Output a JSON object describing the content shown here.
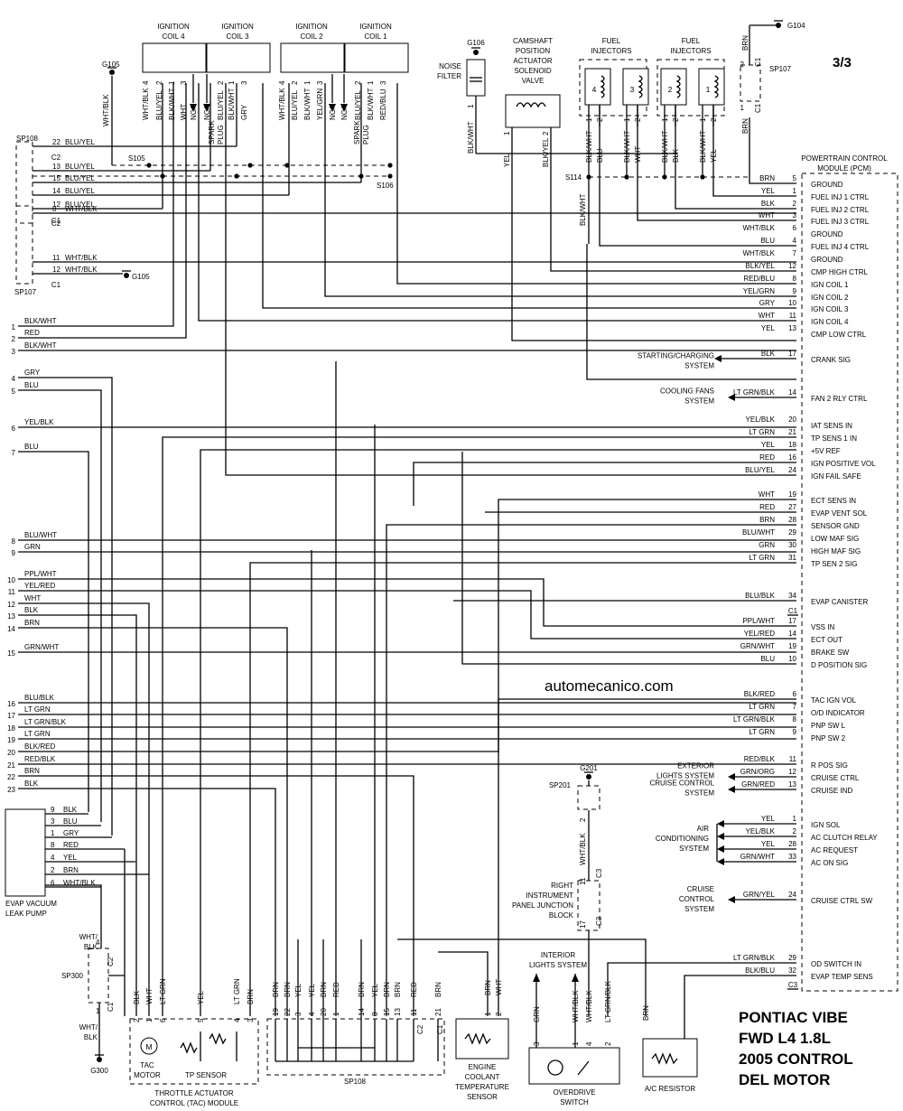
{
  "page_number": "3/3",
  "watermark": "automecanico.com",
  "footer_lines": [
    "PONTIAC VIBE",
    "FWD L4 1.8L",
    "2005 CONTROL",
    "DEL  MOTOR"
  ],
  "pcm": {
    "title": [
      "POWERTRAIN CONTROL",
      "MODULE (PCM)"
    ],
    "pins": [
      {
        "wire": "BRN",
        "num": "5",
        "name": "GROUND"
      },
      {
        "wire": "YEL",
        "num": "1",
        "name": "FUEL INJ 1 CTRL"
      },
      {
        "wire": "BLK",
        "num": "2",
        "name": "FUEL INJ 2 CTRL"
      },
      {
        "wire": "WHT",
        "num": "3",
        "name": "FUEL INJ 3 CTRL"
      },
      {
        "wire": "WHT/BLK",
        "num": "6",
        "name": "GROUND"
      },
      {
        "wire": "BLU",
        "num": "4",
        "name": "FUEL INJ 4 CTRL"
      },
      {
        "wire": "WHT/BLK",
        "num": "7",
        "name": "GROUND"
      },
      {
        "wire": "BLK/YEL",
        "num": "12",
        "name": "CMP HIGH CTRL"
      },
      {
        "wire": "RED/BLU",
        "num": "8",
        "name": "IGN COIL 1"
      },
      {
        "wire": "YEL/GRN",
        "num": "9",
        "name": "IGN COIL 2"
      },
      {
        "wire": "GRY",
        "num": "10",
        "name": "IGN COIL 3"
      },
      {
        "wire": "WHT",
        "num": "11",
        "name": "IGN COIL 4"
      },
      {
        "wire": "YEL",
        "num": "13",
        "name": "CMP LOW CTRL"
      },
      {
        "wire": "BLK",
        "num": "17",
        "name": "CRANK SIG"
      },
      {
        "wire": "LT GRN/BLK",
        "num": "14",
        "name": "FAN 2 RLY CTRL"
      },
      {
        "wire": "YEL/BLK",
        "num": "20",
        "name": "IAT SENS IN"
      },
      {
        "wire": "LT GRN",
        "num": "21",
        "name": "TP SENS 1 IN"
      },
      {
        "wire": "YEL",
        "num": "18",
        "name": "+5V REF"
      },
      {
        "wire": "RED",
        "num": "16",
        "name": "IGN POSITIVE VOL"
      },
      {
        "wire": "BLU/YEL",
        "num": "24",
        "name": "IGN FAIL SAFE"
      },
      {
        "wire": "WHT",
        "num": "19",
        "name": "ECT SENS IN"
      },
      {
        "wire": "RED",
        "num": "27",
        "name": "EVAP VENT SOL"
      },
      {
        "wire": "BRN",
        "num": "28",
        "name": "SENSOR GND"
      },
      {
        "wire": "BLU/WHT",
        "num": "29",
        "name": "LOW MAF SIG"
      },
      {
        "wire": "GRN",
        "num": "30",
        "name": "HIGH MAF SIG"
      },
      {
        "wire": "LT GRN",
        "num": "31",
        "name": "TP SEN 2 SIG"
      },
      {
        "wire": "BLU/BLK",
        "num": "34",
        "name": "EVAP CANISTER"
      },
      {
        "wire": "PPL/WHT",
        "num": "17",
        "name": "VSS IN"
      },
      {
        "wire": "YEL/RED",
        "num": "14",
        "name": "ECT OUT"
      },
      {
        "wire": "GRN/WHT",
        "num": "19",
        "name": "BRAKE SW"
      },
      {
        "wire": "BLU",
        "num": "10",
        "name": "D POSITION SIG"
      },
      {
        "wire": "BLK/RED",
        "num": "6",
        "name": "TAC IGN VOL"
      },
      {
        "wire": "LT GRN",
        "num": "7",
        "name": "O/D INDICATOR"
      },
      {
        "wire": "LT GRN/BLK",
        "num": "8",
        "name": "PNP SW L"
      },
      {
        "wire": "LT GRN",
        "num": "9",
        "name": "PNP SW 2"
      },
      {
        "wire": "RED/BLK",
        "num": "11",
        "name": "R POS SIG"
      },
      {
        "wire": "GRN/ORG",
        "num": "12",
        "name": "CRUISE CTRL"
      },
      {
        "wire": "GRN/RED",
        "num": "13",
        "name": "CRUISE IND"
      },
      {
        "wire": "YEL",
        "num": "1",
        "name": "IGN SOL"
      },
      {
        "wire": "YEL/BLK",
        "num": "2",
        "name": "AC CLUTCH RELAY"
      },
      {
        "wire": "YEL",
        "num": "28",
        "name": "AC REQUEST"
      },
      {
        "wire": "GRN/WHT",
        "num": "33",
        "name": "AC ON SIG"
      },
      {
        "wire": "GRN/YEL",
        "num": "24",
        "name": "CRUISE CTRL SW"
      },
      {
        "wire": "LT GRN/BLK",
        "num": "29",
        "name": "OD SWITCH IN"
      },
      {
        "wire": "BLK/BLU",
        "num": "32",
        "name": "EVAP TEMP SENS"
      }
    ],
    "connector_labels": [
      "C1",
      "C1",
      "C3"
    ]
  },
  "left_wires": [
    {
      "num": "1",
      "wire": "BLK/WHT"
    },
    {
      "num": "2",
      "wire": "RED"
    },
    {
      "num": "3",
      "wire": "BLK/WHT"
    },
    {
      "num": "4",
      "wire": "GRY"
    },
    {
      "num": "5",
      "wire": "BLU"
    },
    {
      "num": "6",
      "wire": "YEL/BLK"
    },
    {
      "num": "7",
      "wire": "BLU"
    },
    {
      "num": "8",
      "wire": "BLU/WHT"
    },
    {
      "num": "9",
      "wire": "GRN"
    },
    {
      "num": "10",
      "wire": "PPL/WHT"
    },
    {
      "num": "11",
      "wire": "YEL/RED"
    },
    {
      "num": "12",
      "wire": "WHT"
    },
    {
      "num": "13",
      "wire": "BLK"
    },
    {
      "num": "14",
      "wire": "BRN"
    },
    {
      "num": "15",
      "wire": "GRN/WHT"
    },
    {
      "num": "16",
      "wire": "BLU/BLK"
    },
    {
      "num": "17",
      "wire": "LT GRN"
    },
    {
      "num": "18",
      "wire": "LT GRN/BLK"
    },
    {
      "num": "19",
      "wire": "LT GRN"
    },
    {
      "num": "20",
      "wire": "BLK/RED"
    },
    {
      "num": "21",
      "wire": "RED/BLK"
    },
    {
      "num": "22",
      "wire": "BRN"
    },
    {
      "num": "23",
      "wire": "BLK"
    }
  ],
  "splice_sp108": {
    "label": "SP108",
    "rows": [
      {
        "num": "22",
        "wire": "BLU/YEL"
      },
      {
        "num": "13",
        "wire": "BLU/YEL"
      },
      {
        "num": "15",
        "wire": "BLU/YEL"
      },
      {
        "num": "14",
        "wire": "BLU/YEL"
      },
      {
        "num": "12",
        "wire": "BLU/YEL"
      }
    ],
    "connectors": [
      "C2",
      "C1"
    ]
  },
  "splice_sp107": {
    "label": "SP107",
    "rows": [
      {
        "num": "8",
        "wire": "WHT/BLK"
      },
      {
        "num": "11",
        "wire": "WHT/BLK"
      },
      {
        "num": "12",
        "wire": "WHT/BLK"
      }
    ],
    "connectors": [
      "C2",
      "C1"
    ]
  },
  "grounds": {
    "g105_left": "G105",
    "g105_right": "G105",
    "g106": "G106",
    "g104": "G104",
    "g201": "G201",
    "g300": "G300"
  },
  "splices": {
    "s105": "S105",
    "s106": "S106",
    "s114": "S114"
  },
  "coils": [
    {
      "name": [
        "IGNITION",
        "COIL 4"
      ],
      "pins": [
        {
          "n": "4",
          "w": "WHT/BLK"
        },
        {
          "n": "2",
          "w": "BLU/YEL"
        },
        {
          "n": "1",
          "w": "BLK/WHT"
        },
        {
          "n": "3",
          "w": "WHT"
        }
      ]
    },
    {
      "name": [
        "IGNITION",
        "COIL 3"
      ],
      "pins": [
        {
          "n": "",
          "w": "NCA"
        },
        {
          "n": "",
          "w": "NCA"
        },
        {
          "n": "2",
          "w": "BLU/YEL"
        },
        {
          "n": "1",
          "w": "BLK/WHT"
        },
        {
          "n": "3",
          "w": "GRY"
        }
      ]
    },
    {
      "name": [
        "IGNITION",
        "COIL 2"
      ],
      "pins": [
        {
          "n": "4",
          "w": "WHT/BLK"
        },
        {
          "n": "2",
          "w": "BLU/YEL"
        },
        {
          "n": "1",
          "w": "BLK/WHT"
        },
        {
          "n": "3",
          "w": "YEL/GRN"
        }
      ]
    },
    {
      "name": [
        "IGNITION",
        "COIL 1"
      ],
      "pins": [
        {
          "n": "",
          "w": "NCA"
        },
        {
          "n": "",
          "w": "NCA"
        },
        {
          "n": "2",
          "w": "BLU/YEL"
        },
        {
          "n": "1",
          "w": "BLK/WHT"
        },
        {
          "n": "3",
          "w": "RED/BLU"
        }
      ]
    }
  ],
  "spark_plug": [
    "SPARK",
    "PLUG"
  ],
  "left_wht_blk": "WHT/BLK",
  "noise_filter": {
    "label": [
      "NOISE",
      "FILTER"
    ],
    "pin": "1",
    "wire": "BLK/WHT"
  },
  "camshaft": {
    "label": [
      "CAMSHAFT",
      "POSITION",
      "ACTUATOR",
      "SOLENOID",
      "VALVE"
    ],
    "pins": [
      {
        "n": "1",
        "w": "YEL"
      },
      {
        "n": "2",
        "w": "BLK/YEL"
      }
    ]
  },
  "injector_groups": [
    {
      "label": [
        "FUEL",
        "INJECTORS"
      ]
    },
    {
      "label": [
        "FUEL",
        "INJECTORS"
      ]
    }
  ],
  "injectors": [
    {
      "num": "4",
      "pins": [
        {
          "n": "1",
          "w": "BLK/WHT"
        },
        {
          "n": "2",
          "w": "BLU"
        }
      ]
    },
    {
      "num": "3",
      "pins": [
        {
          "n": "1",
          "w": "BLK/WHT"
        },
        {
          "n": "2",
          "w": "WHT"
        }
      ]
    },
    {
      "num": "2",
      "pins": [
        {
          "n": "1",
          "w": "BLK/WHT"
        },
        {
          "n": "2",
          "w": "BLK"
        }
      ]
    },
    {
      "num": "1",
      "pins": [
        {
          "n": "1",
          "w": "BLK/WHT"
        },
        {
          "n": "2",
          "w": "YEL"
        }
      ]
    }
  ],
  "inj_feed_wire": "BLK/WHT",
  "sp107_top": {
    "label": "SP107",
    "conn": [
      "C1",
      "C1"
    ],
    "pins": [
      "2",
      "1"
    ],
    "wires": [
      "BRN",
      "BRN"
    ]
  },
  "right_systems": [
    {
      "lines": [
        "STARTING/CHARGING",
        "SYSTEM"
      ]
    },
    {
      "lines": [
        "COOLING FANS",
        "SYSTEM"
      ]
    },
    {
      "lines": [
        "EXTERIOR",
        "LIGHTS SYSTEM"
      ]
    },
    {
      "lines": [
        "CRUISE CONTROL",
        "SYSTEM"
      ]
    },
    {
      "lines": [
        "AIR",
        "CONDITIONING",
        "SYSTEM"
      ]
    },
    {
      "lines": [
        "CRUISE",
        "CONTROL",
        "SYSTEM"
      ]
    },
    {
      "lines": [
        "INTERIOR",
        "LIGHTS SYSTEM"
      ]
    }
  ],
  "sp201": {
    "label": "SP201",
    "pin": "2",
    "wire": "WHT/BLK"
  },
  "junction_block": {
    "label": [
      "RIGHT",
      "INSTRUMENT",
      "PANEL JUNCTION",
      "BLOCK"
    ],
    "pins": [
      "11",
      "17"
    ],
    "conn": [
      "C3",
      "C3"
    ]
  },
  "evap_pump": {
    "label": [
      "EVAP VACUUM",
      "LEAK PUMP"
    ],
    "pins": [
      {
        "n": "9",
        "w": "BLK"
      },
      {
        "n": "3",
        "w": "BLU"
      },
      {
        "n": "1",
        "w": "GRY"
      },
      {
        "n": "8",
        "w": "RED"
      },
      {
        "n": "4",
        "w": "YEL"
      },
      {
        "n": "2",
        "w": "BRN"
      },
      {
        "n": "6",
        "w": "WHT/BLK"
      }
    ]
  },
  "sp300": {
    "label": "SP300",
    "pins": [
      "4",
      "1"
    ],
    "conn": [
      "C2",
      "C1"
    ],
    "wires": [
      "WHT/",
      "BLK",
      "WHT/",
      "BLK"
    ]
  },
  "tac": {
    "label": [
      "THROTTLE ACTUATOR",
      "CONTROL (TAC) MODULE"
    ],
    "motor": [
      "TAC",
      "MOTOR"
    ],
    "sensor": "TP SENSOR",
    "motor_glyph": "M",
    "pins": [
      {
        "n": "2",
        "w": "BLK"
      },
      {
        "n": "1",
        "w": "WHT"
      },
      {
        "n": "6",
        "w": "LT GRN"
      },
      {
        "n": "5",
        "w": "YEL"
      },
      {
        "n": "4",
        "w": "LT GRN"
      },
      {
        "n": "3",
        "w": "BRN"
      }
    ]
  },
  "sp108_bottom": {
    "label": "SP108",
    "pins": [
      {
        "n": "19",
        "w": "BRN"
      },
      {
        "n": "22",
        "w": "BRN"
      },
      {
        "n": "3",
        "w": "YEL"
      },
      {
        "n": "4",
        "w": "YEL"
      },
      {
        "n": "20",
        "w": "BRN"
      },
      {
        "n": "1",
        "w": "RED"
      },
      {
        "n": "14",
        "w": "BRN"
      },
      {
        "n": "8",
        "w": "YEL"
      },
      {
        "n": "15",
        "w": "BRN"
      },
      {
        "n": "13",
        "w": "BRN"
      },
      {
        "n": "11",
        "w": "RED"
      },
      {
        "n": "21",
        "w": "BRN"
      }
    ],
    "conn": [
      "C2",
      "C1"
    ]
  },
  "ect": {
    "label": [
      "ENGINE",
      "COOLANT",
      "TEMPERATURE",
      "SENSOR"
    ],
    "pins": [
      {
        "n": "1",
        "w": "BRN"
      },
      {
        "n": "2",
        "w": "WHT"
      }
    ]
  },
  "od_switch": {
    "label": [
      "OVERDRIVE",
      "SWITCH"
    ],
    "pins": [
      {
        "n": "3",
        "w": "GRN"
      },
      {
        "n": "1",
        "w": "WHT/BLK"
      },
      {
        "n": "4",
        "w": "WHT/BLK"
      },
      {
        "n": "2",
        "w": "LT GRN/BLK"
      }
    ]
  },
  "ac_resistor": {
    "label": "A/C RESISTOR",
    "wire": "BRN"
  }
}
